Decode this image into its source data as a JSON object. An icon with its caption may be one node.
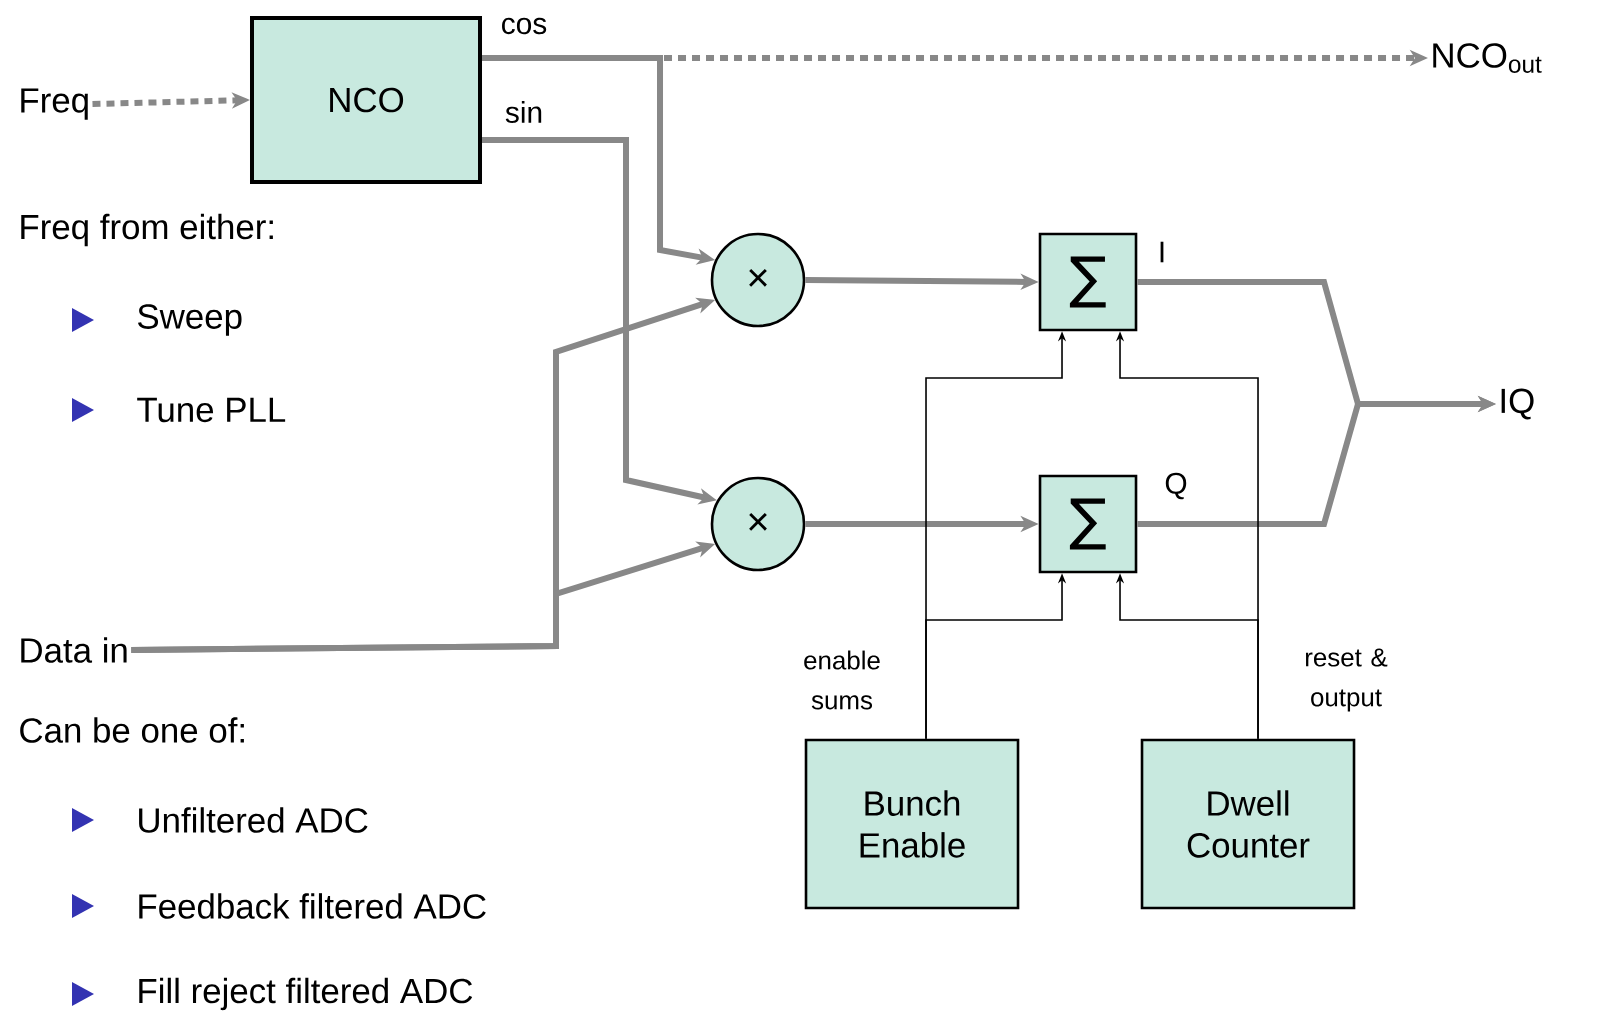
{
  "diagram": {
    "nodes": [
      {
        "text": [
          "Freq"
        ]
      },
      {
        "text": [
          "NCO"
        ]
      },
      {
        "text": [
          "NCO$_{out}$"
        ]
      },
      {
        "text": [
          "×"
        ]
      },
      {
        "text": [
          "×"
        ]
      },
      {
        "text": [
          "∑"
        ]
      },
      {
        "text": [
          "∑"
        ]
      },
      {
        "text": [
          "IQ"
        ]
      },
      {
        "text": [
          "Data in"
        ]
      },
      {
        "text": [
          "Bunch Enable"
        ]
      },
      {
        "text": [
          "Dwell Counter"
        ]
      }
    ],
    "edges": [
      {
        "from": 0,
        "to": 1,
        "arrow": "to",
        "style": "dashed"
      },
      {
        "from": 1,
        "to": 2,
        "arrow": "to",
        "style": "dashed"
      },
      {
        "from": 1,
        "to": 3,
        "arrow": "to",
        "label": "cos"
      },
      {
        "from": 1,
        "to": 4,
        "arrow": "to",
        "label": "sin"
      },
      {
        "from": 8,
        "to": 3,
        "arrow": "to"
      },
      {
        "from": 8,
        "to": 4,
        "arrow": "to"
      },
      {
        "from": 3,
        "to": 5,
        "arrow": "to"
      },
      {
        "from": 4,
        "to": 6,
        "arrow": "to"
      },
      {
        "from": 5,
        "to": 7,
        "arrow": "to",
        "label": "I"
      },
      {
        "from": 6,
        "to": 7,
        "arrow": "to",
        "label": "Q"
      },
      {
        "from": 9,
        "to": 5,
        "arrow": "to",
        "color": "#000000"
      },
      {
        "from": 9,
        "to": 6,
        "arrow": "to",
        "color": "#000000"
      },
      {
        "from": 10,
        "to": 5,
        "arrow": "to",
        "color": "#000000"
      },
      {
        "from": 10,
        "to": 6,
        "arrow": "to",
        "color": "#000000"
      }
    ],
    "labels": [
      "Freq from either:",
      "Sweep",
      "Tune PLL",
      "Can be one of:",
      "Unfiltered ADC",
      "Feedback filtered ADC",
      "Fill reject filtered ADC",
      "enable sums",
      "reset & output"
    ]
  }
}
